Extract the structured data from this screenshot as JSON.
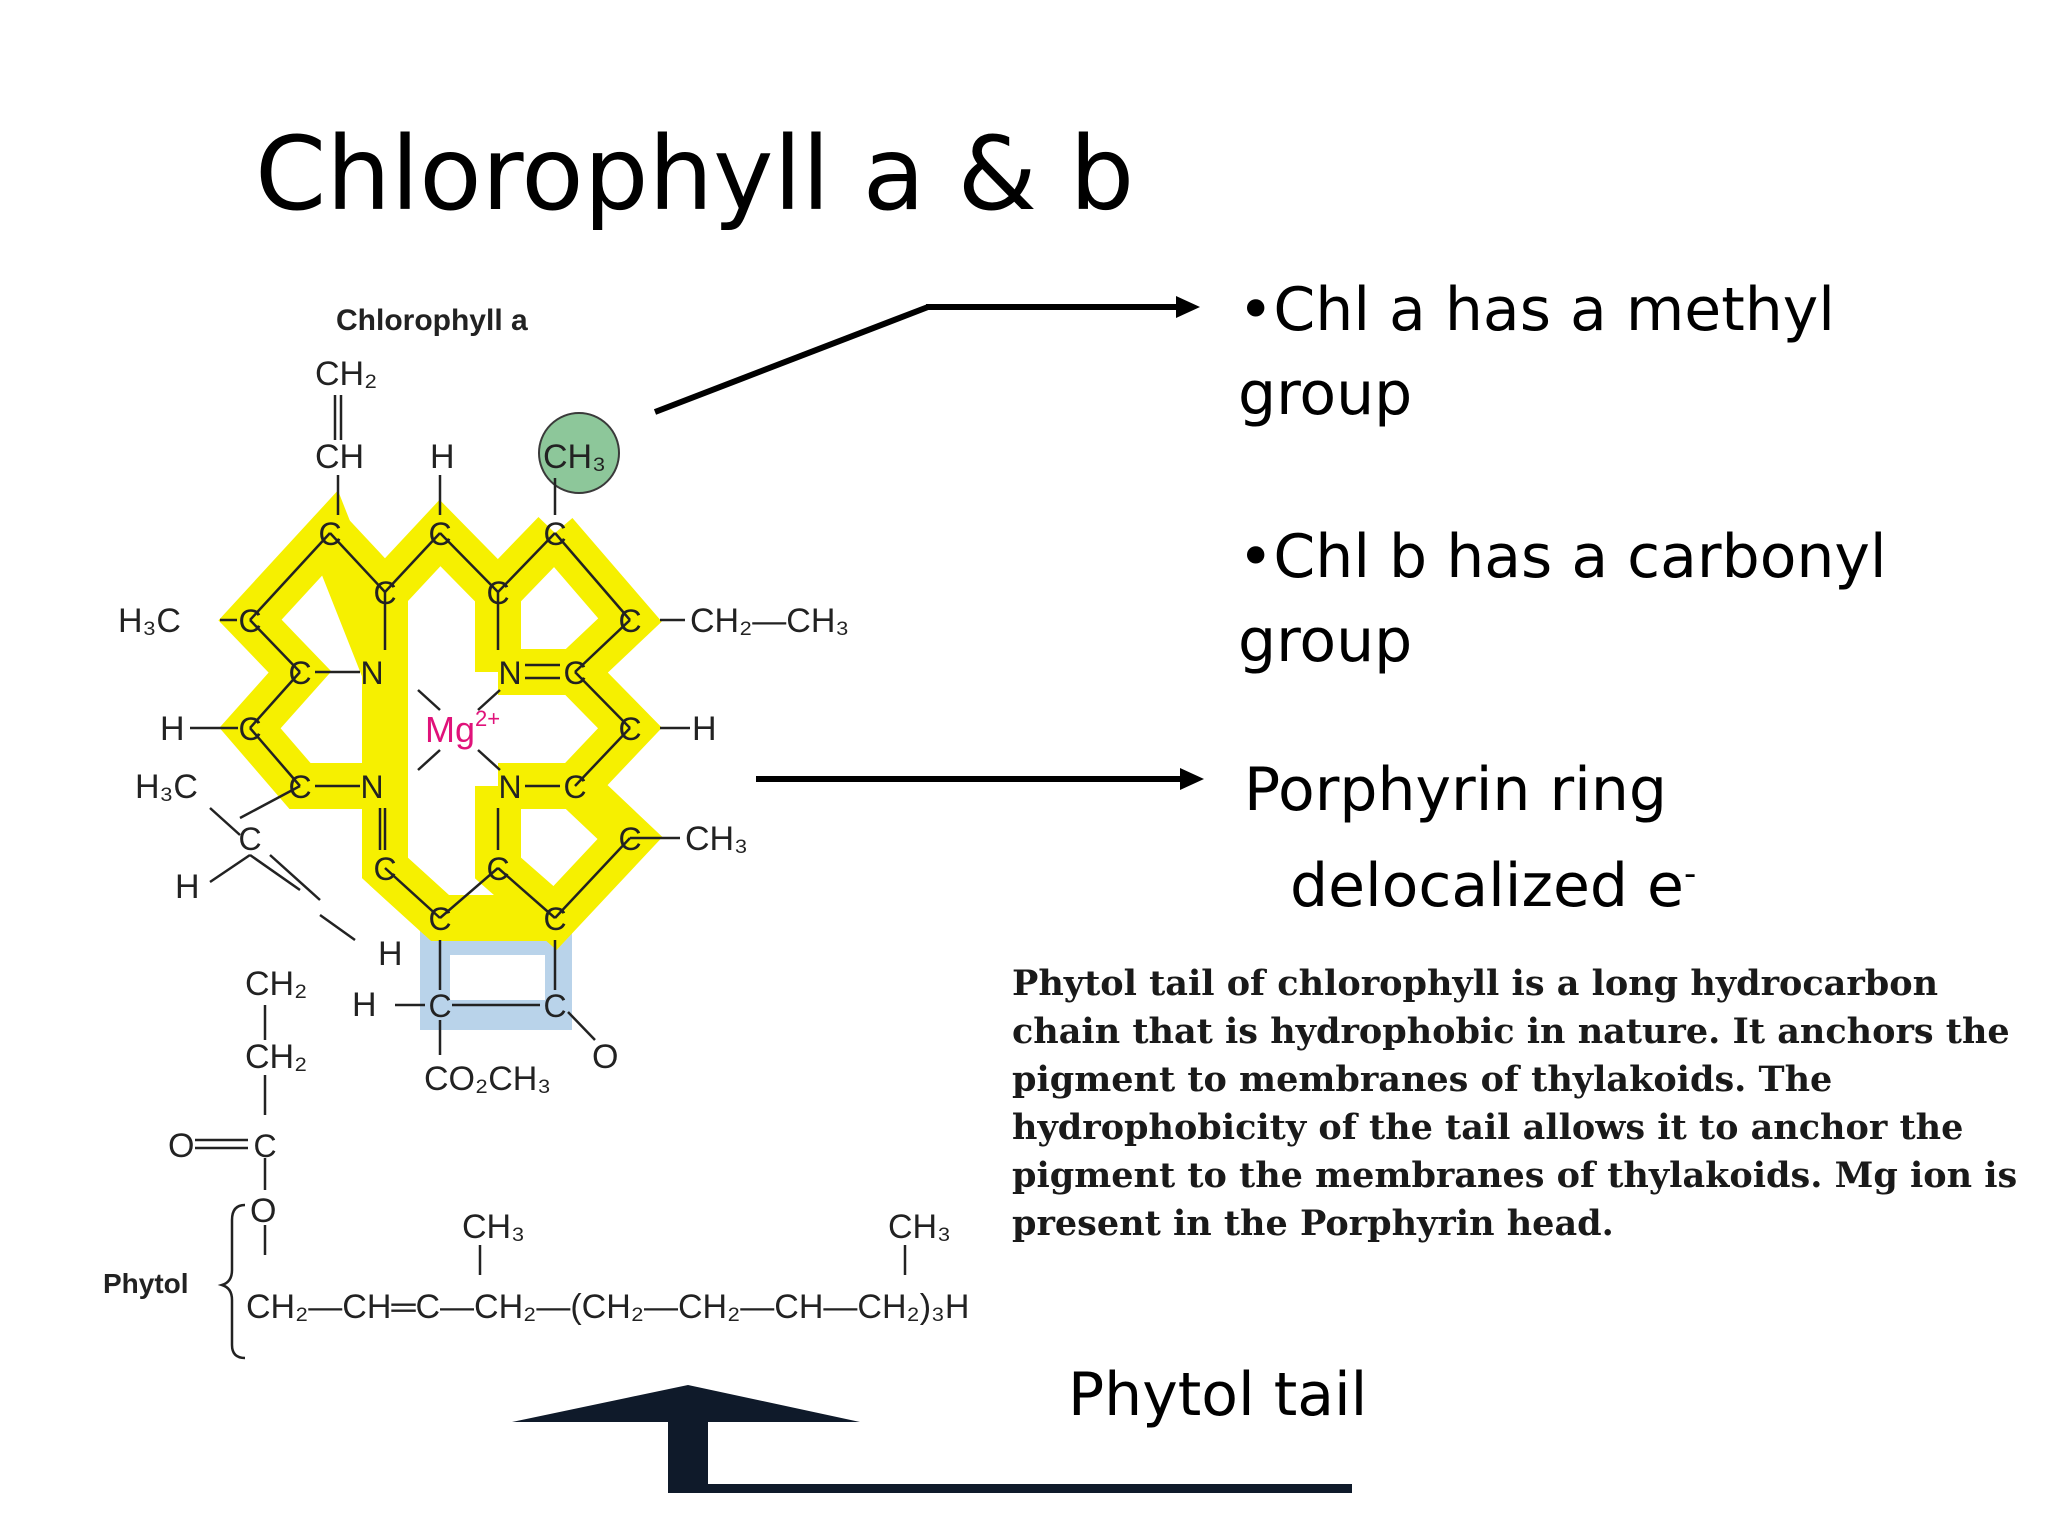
{
  "slide": {
    "title": "Chlorophyll a & b",
    "bullets": {
      "chl_a_line1": "•Chl a has a methyl",
      "chl_a_line2": "group",
      "chl_b_line1": "•Chl b has a carbonyl",
      "chl_b_line2": "group",
      "porphyrin_line1": "Porphyrin ring",
      "porphyrin_line2": "delocalized e",
      "porphyrin_sup": "-"
    },
    "paragraph": "Phytol tail of chlorophyll is a long hydrocarbon chain that is hydrophobic in nature. It anchors the pigment to membranes of thylakoids. The hydrophobicity of the tail allows it to anchor the pigment to the membranes of thylakoids. Mg ion is present in the Porphyrin head.",
    "tail_label": "Phytol tail"
  },
  "structure": {
    "caption": "Chlorophyll a",
    "metal": "Mg",
    "metal_charge": "2+",
    "phytol_label": "Phytol",
    "phytol_chain": "CH₂—CH═C—CH₂—(CH₂—CH₂—CH—CH₂)₃H",
    "atoms": {
      "vinyl_ch2": "CH₂",
      "vinyl_ch": "CH",
      "methyl_top": "CH₃",
      "h_top": "H",
      "h3c_left": "H₃C",
      "ethyl": "CH₂—CH₃",
      "h_left": "H",
      "h_right": "H",
      "h3c_lower": "H₃C",
      "h_lower": "H",
      "ch3_right": "CH₃",
      "h_ring": "H",
      "ch2_a": "CH₂",
      "ch2_b": "CH₂",
      "h_isocyclic": "H",
      "oxo": "O",
      "ester": "CO₂CH₃",
      "carbonyl_o": "O",
      "ester_o": "O",
      "phytol_ch3_a": "CH₃",
      "phytol_ch3_b": "CH₃"
    },
    "colors": {
      "ring_highlight": "#f6f000",
      "methyl_circle": "#8dc79a",
      "isocyclic_box": "#b9d3ea",
      "magnesium": "#e0127a"
    }
  }
}
